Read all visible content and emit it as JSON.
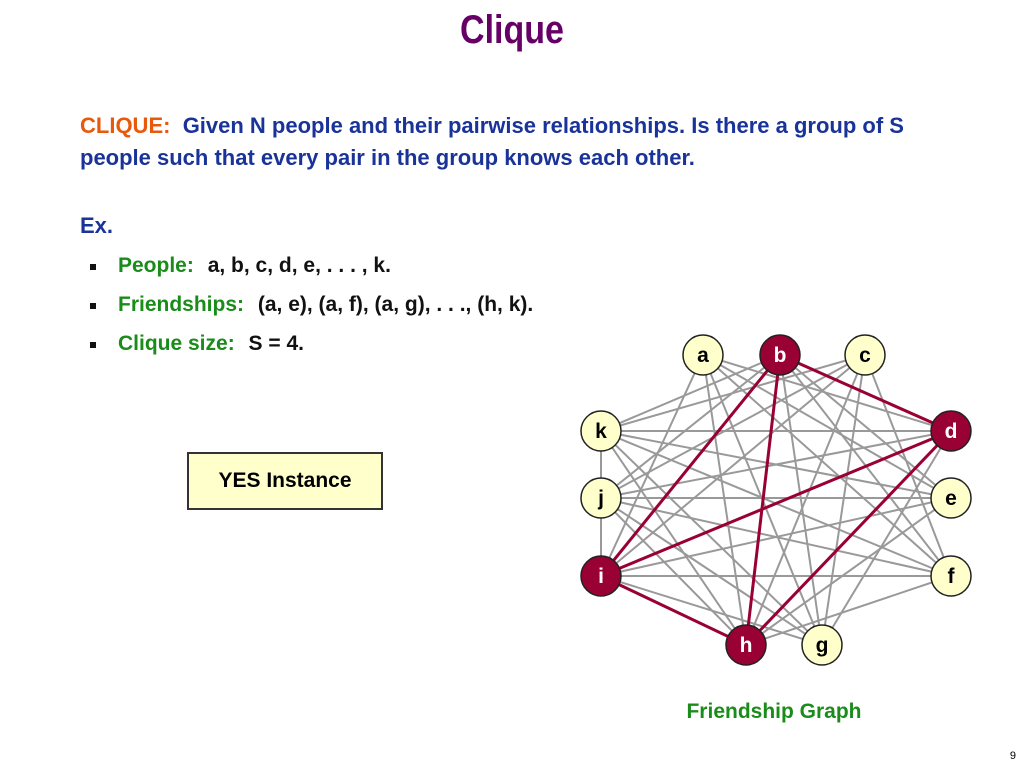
{
  "slide": {
    "title": "Clique",
    "definition_keyword": "CLIQUE:",
    "definition_text": "Given N people and their pairwise relationships.  Is there a group of S people such that every pair in the group knows each other.",
    "example_label": "Ex.",
    "bullets": [
      {
        "label": "People:",
        "text": "a, b, c, d, e, . . . , k."
      },
      {
        "label": "Friendships:",
        "text": "(a, e), (a, f), (a, g), . . ., (h, k)."
      },
      {
        "label": "Clique size:",
        "text": "S = 4."
      }
    ],
    "instance_box": "YES Instance",
    "graph_caption": "Friendship Graph",
    "page_number": "9"
  },
  "graph": {
    "colors": {
      "edge": "#999999",
      "clique_edge": "#990033",
      "node_fill": "#ffffcc",
      "clique_node_fill": "#990033"
    },
    "nodes": [
      {
        "id": "a",
        "in_clique": false
      },
      {
        "id": "b",
        "in_clique": true
      },
      {
        "id": "c",
        "in_clique": false
      },
      {
        "id": "d",
        "in_clique": true
      },
      {
        "id": "e",
        "in_clique": false
      },
      {
        "id": "f",
        "in_clique": false
      },
      {
        "id": "g",
        "in_clique": false
      },
      {
        "id": "h",
        "in_clique": true
      },
      {
        "id": "i",
        "in_clique": true
      },
      {
        "id": "j",
        "in_clique": false
      },
      {
        "id": "k",
        "in_clique": false
      }
    ],
    "edges": [
      [
        "a",
        "e"
      ],
      [
        "a",
        "f"
      ],
      [
        "a",
        "g"
      ],
      [
        "a",
        "h"
      ],
      [
        "a",
        "i"
      ],
      [
        "a",
        "d"
      ],
      [
        "b",
        "e"
      ],
      [
        "b",
        "f"
      ],
      [
        "b",
        "g"
      ],
      [
        "b",
        "j"
      ],
      [
        "b",
        "k"
      ],
      [
        "c",
        "k"
      ],
      [
        "c",
        "j"
      ],
      [
        "c",
        "i"
      ],
      [
        "c",
        "h"
      ],
      [
        "c",
        "g"
      ],
      [
        "c",
        "f"
      ],
      [
        "d",
        "k"
      ],
      [
        "d",
        "j"
      ],
      [
        "d",
        "g"
      ],
      [
        "e",
        "k"
      ],
      [
        "e",
        "j"
      ],
      [
        "e",
        "i"
      ],
      [
        "e",
        "h"
      ],
      [
        "f",
        "k"
      ],
      [
        "f",
        "j"
      ],
      [
        "f",
        "i"
      ],
      [
        "f",
        "h"
      ],
      [
        "g",
        "k"
      ],
      [
        "g",
        "j"
      ],
      [
        "g",
        "i"
      ],
      [
        "h",
        "k"
      ],
      [
        "h",
        "j"
      ],
      [
        "i",
        "k"
      ]
    ],
    "clique_edges": [
      [
        "b",
        "d"
      ],
      [
        "b",
        "h"
      ],
      [
        "b",
        "i"
      ],
      [
        "d",
        "h"
      ],
      [
        "d",
        "i"
      ],
      [
        "h",
        "i"
      ]
    ]
  }
}
